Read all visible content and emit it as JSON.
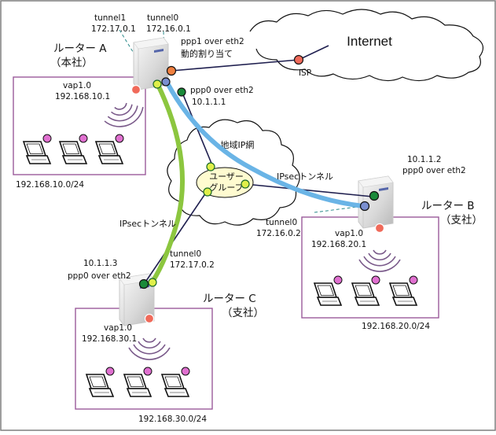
{
  "colors": {
    "frame": "#7f7f7f",
    "lan_box": "#9b5a9b",
    "tunnel_blue": "#6ab4e6",
    "tunnel_green": "#8cc63f",
    "link_dark": "#1f1f4f",
    "dashed": "#2a8a8a",
    "port_green": "#1a8a3a",
    "port_blue": "#7a8fd0",
    "port_yellow": "#e0ef4a",
    "port_red": "#f06a5a",
    "port_orange": "#f08040",
    "laptop_pink": "#e070d0",
    "wifi_purple": "#7a5a8a",
    "cloud_fill": "#ffffff",
    "user_group_fill": "#fffbd0"
  },
  "internet": {
    "label": "Internet",
    "isp_label": "ISP"
  },
  "wan": {
    "label": "地域IP網"
  },
  "user_group": {
    "line1": "ユーザー",
    "line2": "グループ"
  },
  "router_a": {
    "name_line1": "ルーター A",
    "name_line2": "（本社）",
    "tunnel1_label": "tunnel1",
    "tunnel1_ip": "172.17.0.1",
    "tunnel0_label": "tunnel0",
    "tunnel0_ip": "172.16.0.1",
    "ppp1_label": "ppp1 over eth2",
    "ppp1_assign": "動的割り当て",
    "ppp0_label": "ppp0 over eth2",
    "ppp0_ip": "10.1.1.1",
    "vap_label": "vap1.0",
    "vap_ip": "192.168.10.1",
    "lan_subnet": "192.168.10.0/24"
  },
  "router_b": {
    "name_line1": "ルーター B",
    "name_line2": "（支社）",
    "ppp0_ip": "10.1.1.2",
    "ppp0_label": "ppp0 over eth2",
    "tunnel0_label": "tunnel0",
    "tunnel0_ip": "172.16.0.2",
    "vap_label": "vap1.0",
    "vap_ip": "192.168.20.1",
    "lan_subnet": "192.168.20.0/24",
    "ipsec_label": "IPsecトンネル"
  },
  "router_c": {
    "name_line1": "ルーター C",
    "name_line2": "（支社）",
    "ppp0_ip": "10.1.1.3",
    "ppp0_label": "ppp0 over eth2",
    "tunnel0_label": "tunnel0",
    "tunnel0_ip": "172.17.0.2",
    "vap_label": "vap1.0",
    "vap_ip": "192.168.30.1",
    "lan_subnet": "192.168.30.0/24",
    "ipsec_label": "IPsecトンネル"
  }
}
